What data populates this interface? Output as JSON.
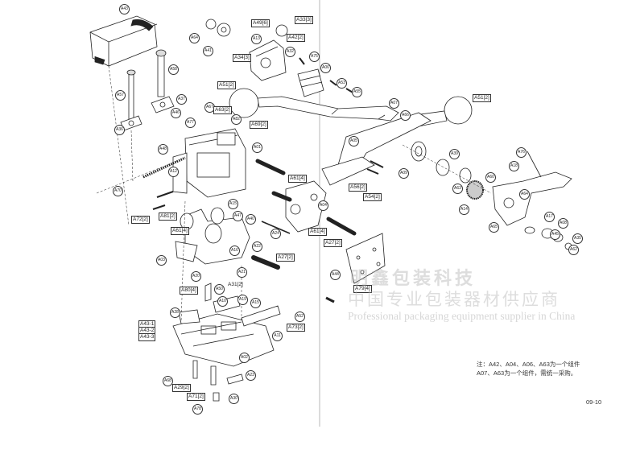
{
  "watermark": {
    "line1": "明鑫包装科技",
    "line2": "中国专业包装器材供应商",
    "line3": "Professional packaging equipment supplier in China"
  },
  "note": {
    "line1": "注：A42、A04、A06、A63为一个组件",
    "line2": "A07、A63为一个组件，需统一采购。"
  },
  "page_number": "09-10",
  "labels": [
    "A43",
    "A64",
    "A49[6]",
    "A33[3]",
    "A13",
    "A42[2]",
    "A41",
    "A32",
    "A34[3]",
    "A75",
    "A58",
    "A06",
    "A57",
    "A37",
    "A53",
    "A51[2]",
    "A55",
    "A67",
    "A63[2]",
    "A07",
    "A36",
    "A46",
    "A77",
    "A82",
    "A69[2]",
    "A01",
    "A51[2]",
    "A66",
    "A05",
    "A48",
    "A39",
    "A12",
    "A61[4]",
    "A76",
    "A09",
    "A56[2]",
    "A60",
    "A70",
    "A63",
    "A54[2]",
    "A15",
    "A47",
    "A81[2]",
    "A72[2]",
    "A40",
    "A04",
    "A14",
    "A61[4]",
    "A24",
    "A61[4]",
    "A22",
    "A27[2]",
    "A16",
    "A17",
    "A65",
    "A03",
    "A27[2]",
    "A21",
    "A44",
    "A20",
    "A79[4]",
    "A31[2]",
    "A80[4]",
    "A50",
    "A19",
    "A10",
    "A15",
    "A28",
    "A52",
    "A43-1",
    "A43-2",
    "A43-3",
    "A11",
    "A73[2]",
    "A02",
    "A68",
    "A29[2]",
    "A23",
    "A71[2]",
    "A30",
    "A78",
    "A45",
    "A08",
    "A35",
    "A62",
    "A18",
    "A64"
  ]
}
